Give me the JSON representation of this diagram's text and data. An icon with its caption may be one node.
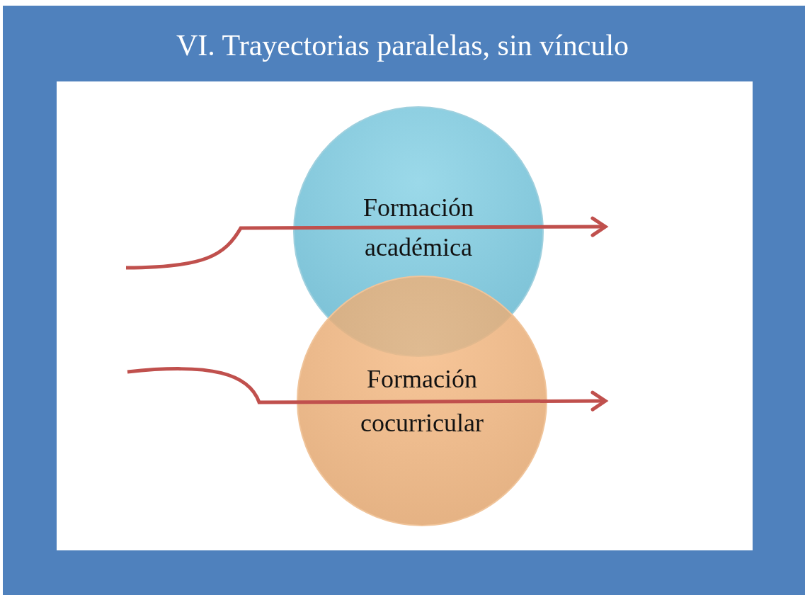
{
  "diagram": {
    "title": "VI. Trayectorias paralelas, sin vínculo",
    "nodes": [
      {
        "text": [
          "Formación académica"
        ]
      },
      {
        "text": [
          "Formación cocurricular"
        ]
      }
    ]
  }
}
